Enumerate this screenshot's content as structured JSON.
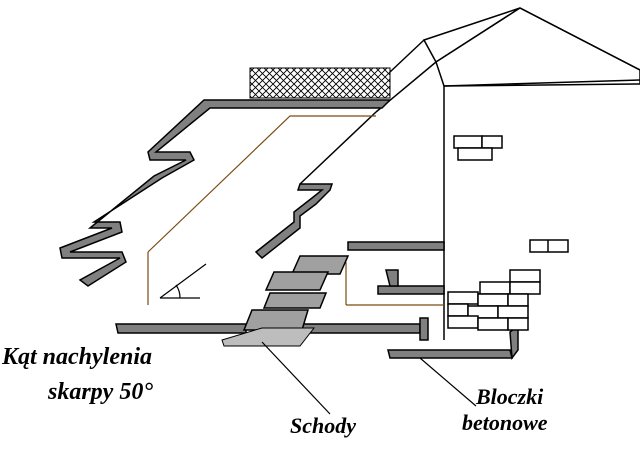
{
  "colors": {
    "background": "#ffffff",
    "ink": "#000000",
    "wall_fill": "#808080",
    "step_fill": "#a0a0a0",
    "landing_fill": "#bdbdbd",
    "excavation_outline": "#7a4a12",
    "brick_fill": "#ffffff"
  },
  "labels": {
    "slope_angle_line1": "Kąt nachylenia",
    "slope_angle_line2": "skarpy 50°",
    "stairs": "Schody",
    "blocks_line1": "Bloczki",
    "blocks_line2": "betonowe"
  }
}
